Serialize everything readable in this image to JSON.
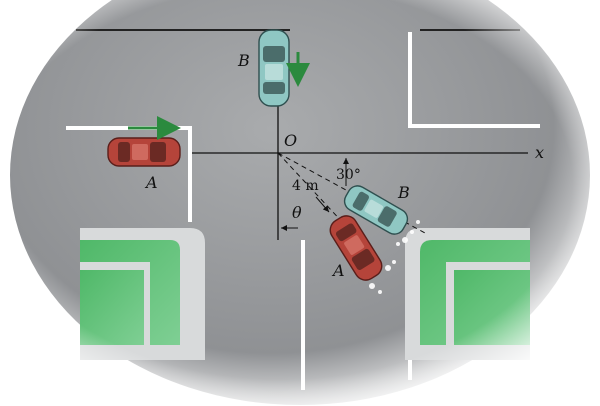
{
  "labels": {
    "car_b_top": "B",
    "car_a_left": "A",
    "origin": "O",
    "x_axis": "x",
    "car_b_collision": "B",
    "car_a_collision": "A",
    "distance": "4 m",
    "angle_deg": "30°",
    "angle_theta": "θ"
  },
  "colors": {
    "road": "#9a9c9f",
    "road_dark": "#6f7275",
    "lane_line": "#ffffff",
    "sidewalk": "#d9dbdc",
    "grass": "#3fa55a",
    "car_red": "#b5443a",
    "car_teal": "#8fc7c3",
    "arrow_green": "#2b8a3e",
    "ink": "#111111"
  },
  "icons": {
    "car_b_top": "car-topview-icon",
    "car_a_left": "car-topview-icon",
    "car_a_collision": "car-topview-icon",
    "car_b_collision": "car-topview-icon",
    "arrow_b": "arrow-down-icon",
    "arrow_a": "arrow-right-icon"
  }
}
